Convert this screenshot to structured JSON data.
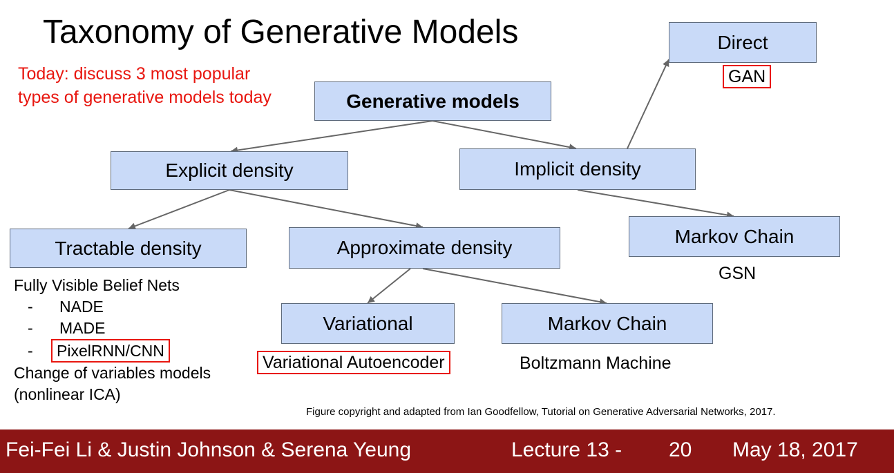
{
  "title": "Taxonomy of Generative Models",
  "note": "Today: discuss 3 most popular types of generative models today",
  "nodes": {
    "root": "Generative models",
    "explicit": "Explicit density",
    "implicit": "Implicit density",
    "direct": "Direct",
    "tractable": "Tractable density",
    "approximate": "Approximate density",
    "markov_implicit": "Markov Chain",
    "variational": "Variational",
    "markov_approx": "Markov Chain"
  },
  "labels": {
    "gan": "GAN",
    "gsn": "GSN",
    "vae": "Variational Autoencoder",
    "boltzmann": "Boltzmann Machine"
  },
  "tractable_list": {
    "heading": "Fully Visible Belief Nets",
    "items": [
      "NADE",
      "MADE",
      "PixelRNN/CNN"
    ],
    "dash": "-",
    "extra_1": "Change of variables models",
    "extra_2": "(nonlinear ICA)"
  },
  "credit": "Figure copyright and adapted from Ian Goodfellow, Tutorial on Generative Adversarial Networks, 2017.",
  "footer": {
    "authors": "Fei-Fei Li & Justin Johnson & Serena Yeung",
    "lecture": "Lecture 13 -",
    "slide": "20",
    "date": "May 18, 2017"
  },
  "colors": {
    "node_fill": "#c9daf8",
    "highlight": "#e8160f",
    "footer_bg": "#8c1515",
    "arrow": "#666666"
  }
}
